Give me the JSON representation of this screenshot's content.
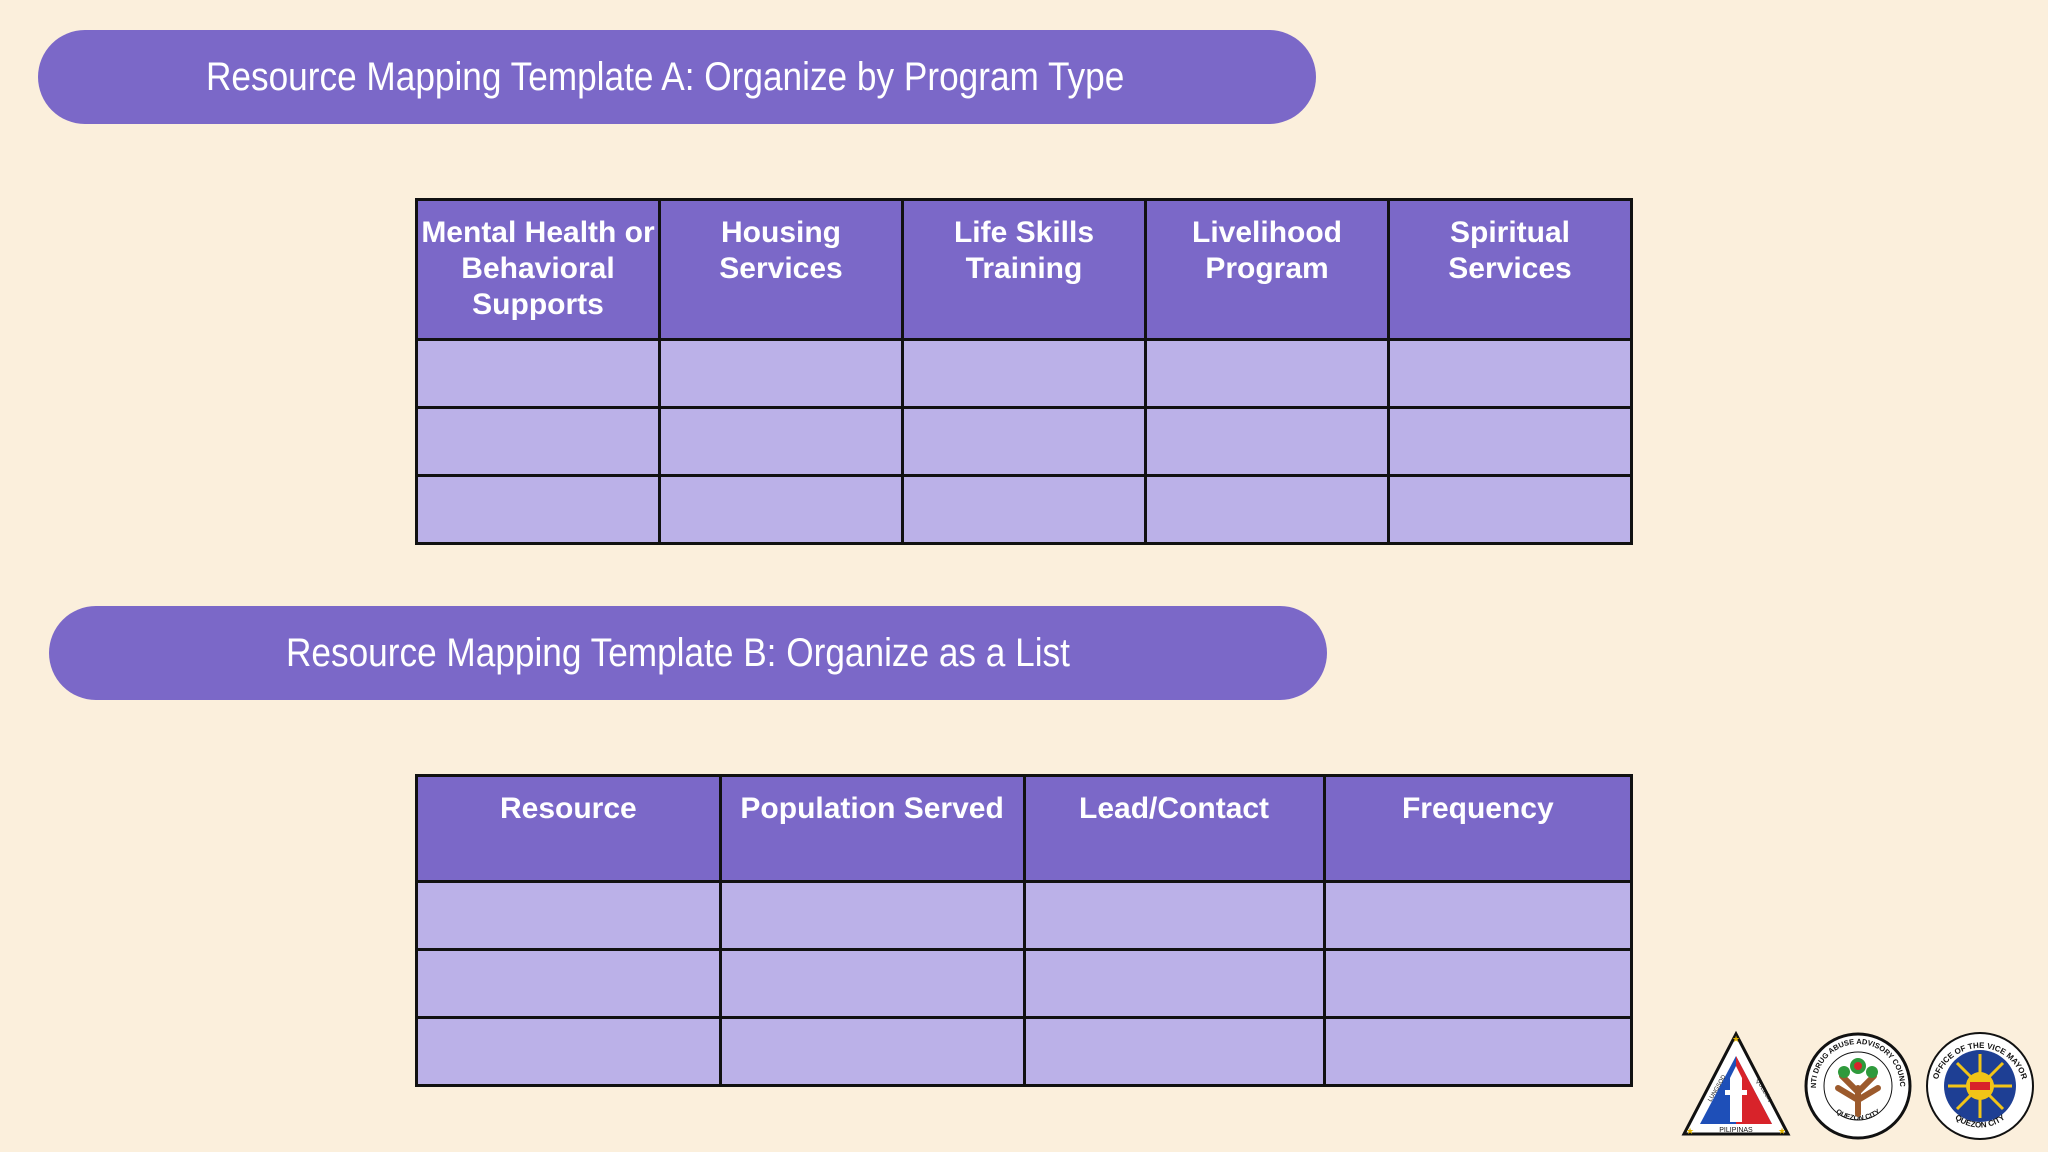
{
  "template_a": {
    "title": "Resource Mapping Template A: Organize by Program Type",
    "headers": [
      "Mental Health or Behavioral Supports",
      "Housing Services",
      "Life Skills Training",
      "Livelihood Program",
      "Spiritual Services"
    ],
    "rows": [
      [
        "",
        "",
        "",
        "",
        ""
      ],
      [
        "",
        "",
        "",
        "",
        ""
      ],
      [
        "",
        "",
        "",
        "",
        ""
      ]
    ]
  },
  "template_b": {
    "title": "Resource Mapping Template B: Organize as a List",
    "headers": [
      "Resource",
      "Population Served",
      "Lead/Contact",
      "Frequency"
    ],
    "rows": [
      [
        "",
        "",
        "",
        ""
      ],
      [
        "",
        "",
        "",
        ""
      ],
      [
        "",
        "",
        "",
        ""
      ]
    ]
  },
  "logos": {
    "qc_seal_text_top_left": "LUNGSOD",
    "qc_seal_text_top_right": "QUEZON",
    "qc_seal_text_bottom": "PILIPINAS",
    "adac_ring_text": "ANTI DRUG ABUSE ADVISORY COUNCIL",
    "adac_bottom_text": "QUEZON CITY",
    "vice_mayor_ring_text": "OFFICE OF THE VICE MAYOR",
    "vice_mayor_bottom_text": "QUEZON CITY"
  },
  "colors": {
    "background": "#fbefdc",
    "banner": "#7b68c8",
    "header_cell": "#7b68c8",
    "body_cell": "#bbb1e8",
    "border": "#111111"
  }
}
